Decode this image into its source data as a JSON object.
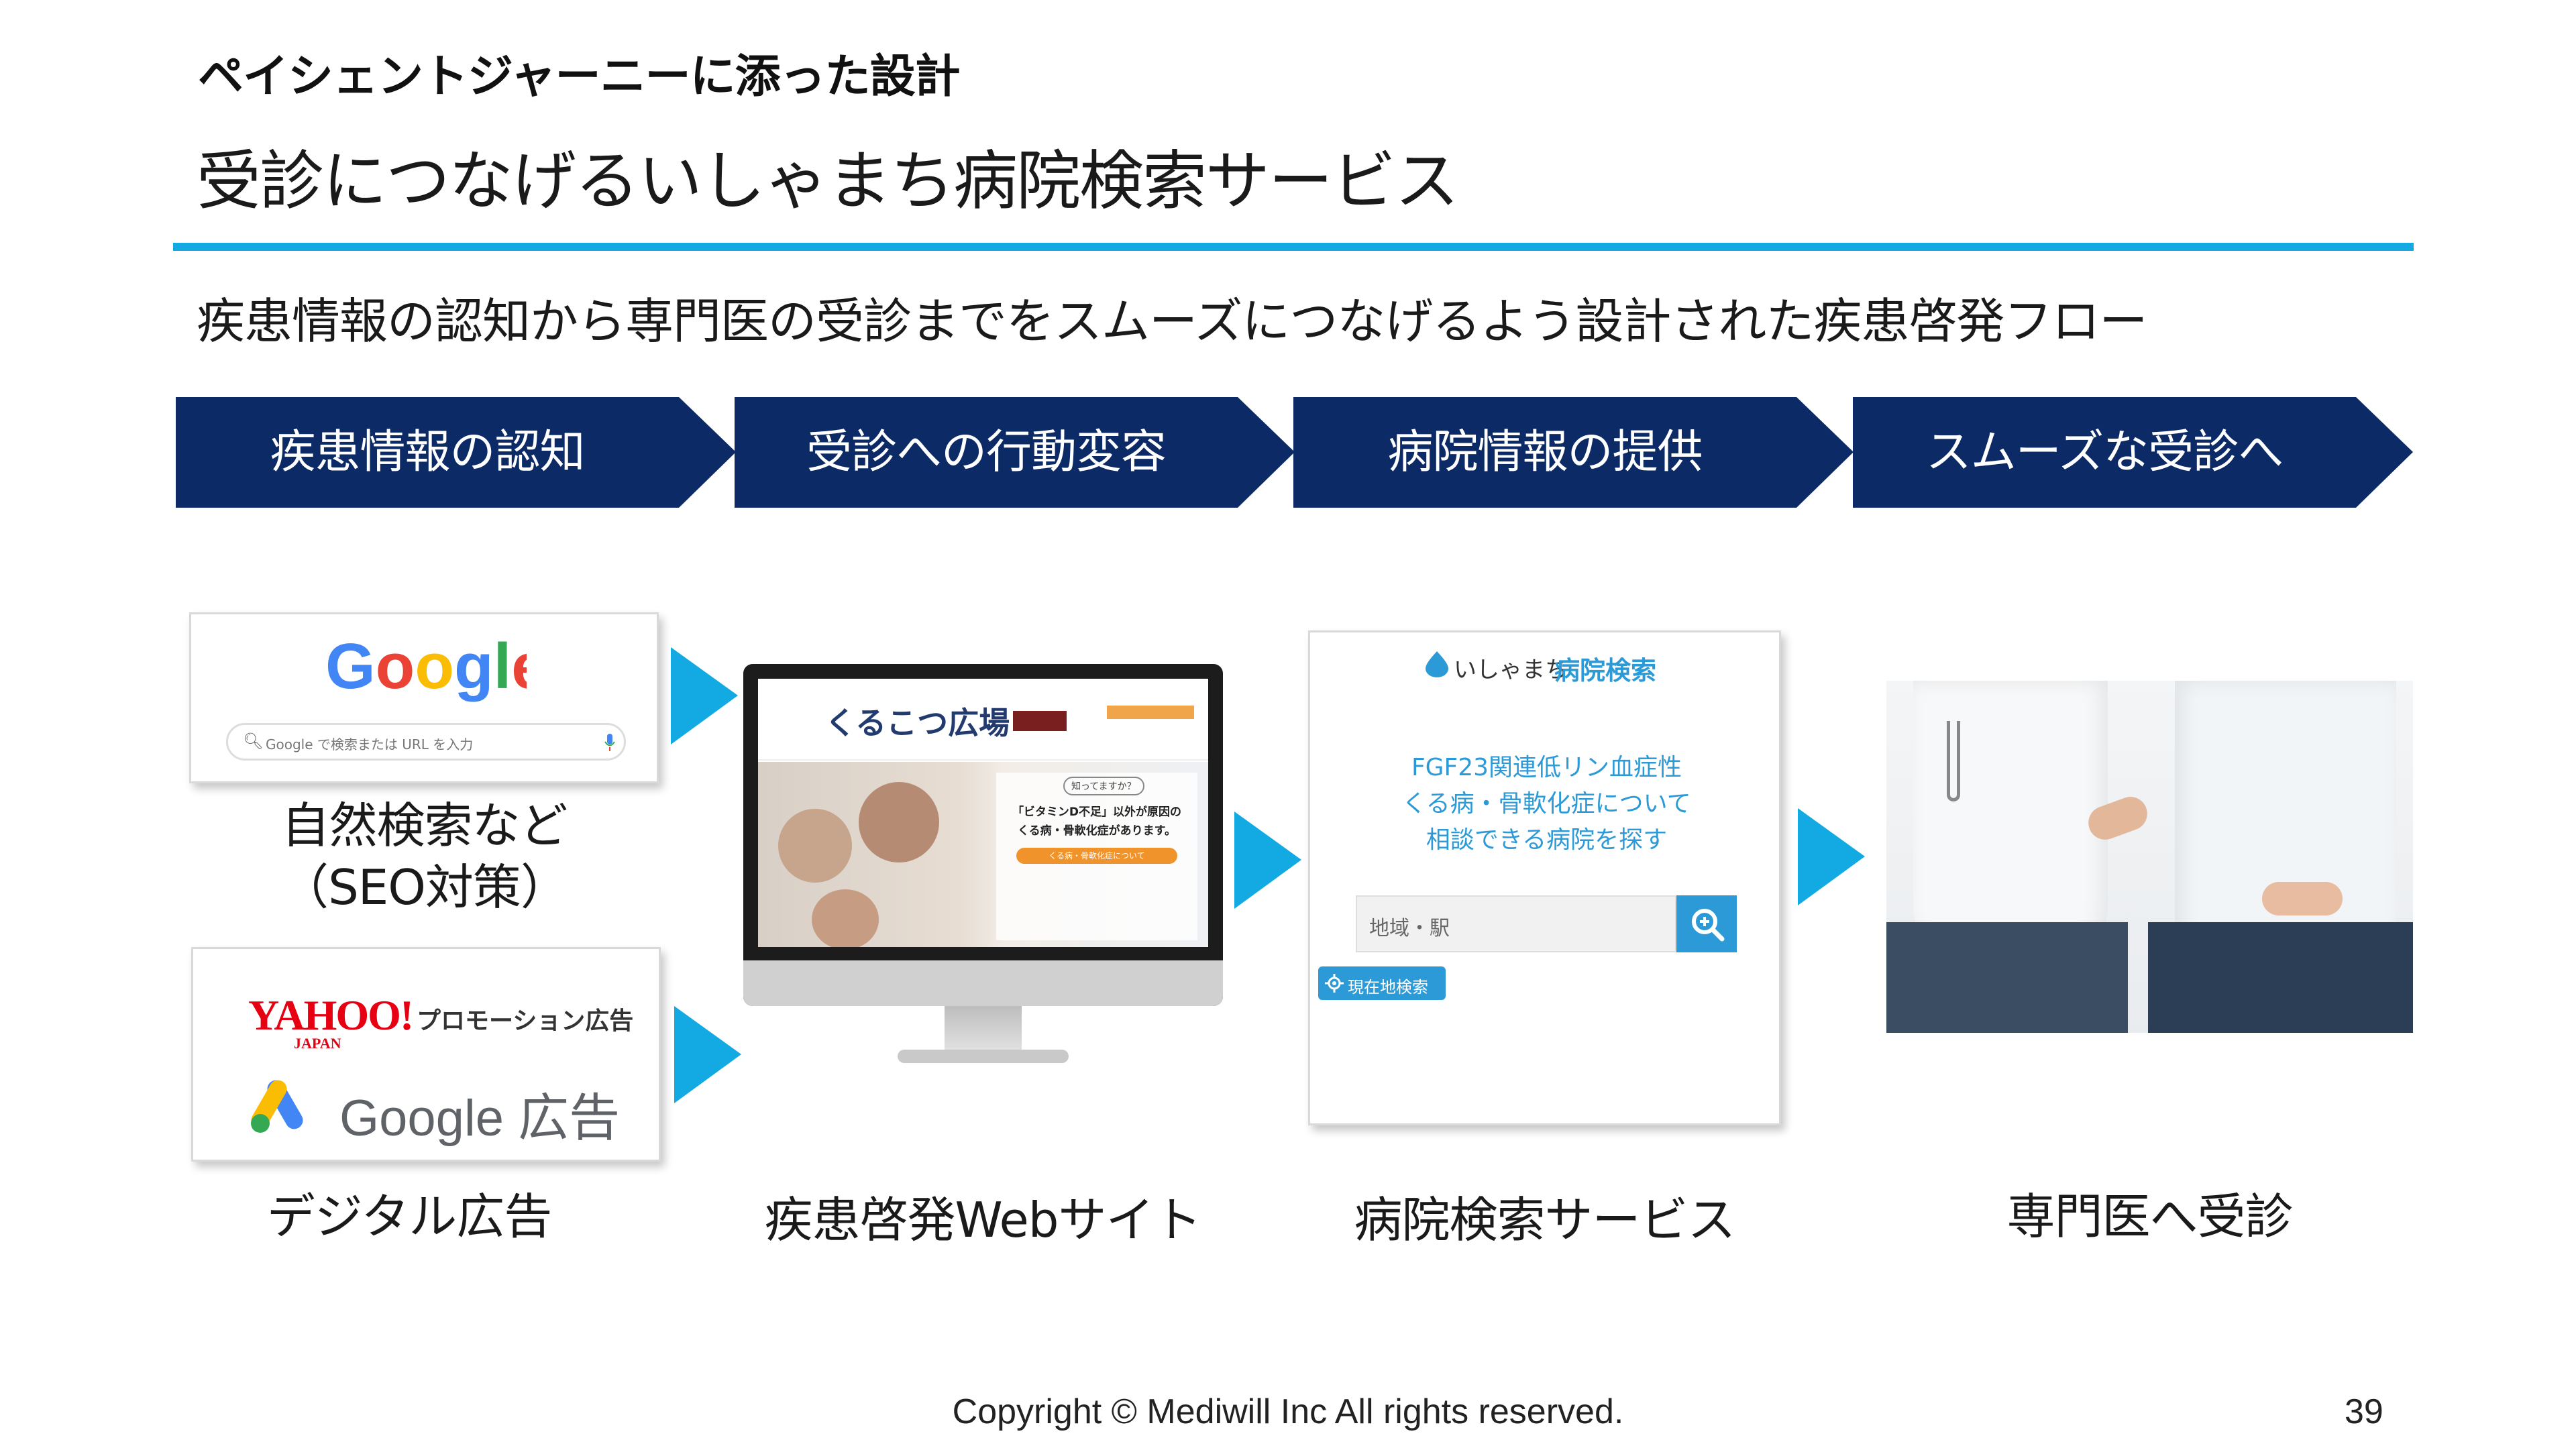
{
  "header": {
    "kicker": "ペイシェントジャーニーに添った設計",
    "title": "受診につなげるいしゃまち病院検索サービス",
    "subtitle": "疾患情報の認知から専門医の受診までをスムーズにつなげるよう設計された疾患啓発フロー"
  },
  "flow": [
    {
      "label": "疾患情報の認知"
    },
    {
      "label": "受診への行動変容"
    },
    {
      "label": "病院情報の提供"
    },
    {
      "label": "スムーズな受診へ"
    }
  ],
  "google_card": {
    "logo": "Google",
    "search_placeholder": "Google で検索または URL を入力"
  },
  "ads_card": {
    "yahoo_logo": "YAHOO!",
    "yahoo_sub": "JAPAN",
    "yahoo_label": "プロモーション広告",
    "google_ads": "Google 広告"
  },
  "website": {
    "logo": "くるこつ広場",
    "banner_q": "知ってますか？",
    "banner_line1": "「ビタミンD不足」以外が原因の",
    "banner_line2": "くる病・骨軟化症があります。",
    "banner_button": "くる病・骨軟化症について"
  },
  "search_service": {
    "brand": "いしゃまち",
    "brand_suffix": "病院検索",
    "line1": "FGF23関連低リン血症性",
    "line2": "くる病・骨軟化症について",
    "line3": "相談できる病院を探す",
    "input_placeholder": "地域・駅",
    "location_button": "現在地検索"
  },
  "captions": {
    "seo": "自然検索など\n（SEO対策）",
    "digital_ads": "デジタル広告",
    "website": "疾患啓発Webサイト",
    "hospital_search": "病院検索サービス",
    "consult": "専門医へ受診"
  },
  "footer": {
    "copyright": "Copyright © Mediwill Inc All rights reserved.",
    "page": "39"
  },
  "colors": {
    "navy": "#0b2a66",
    "accent": "#13a9e3",
    "search_text": "#2d9ad8"
  }
}
